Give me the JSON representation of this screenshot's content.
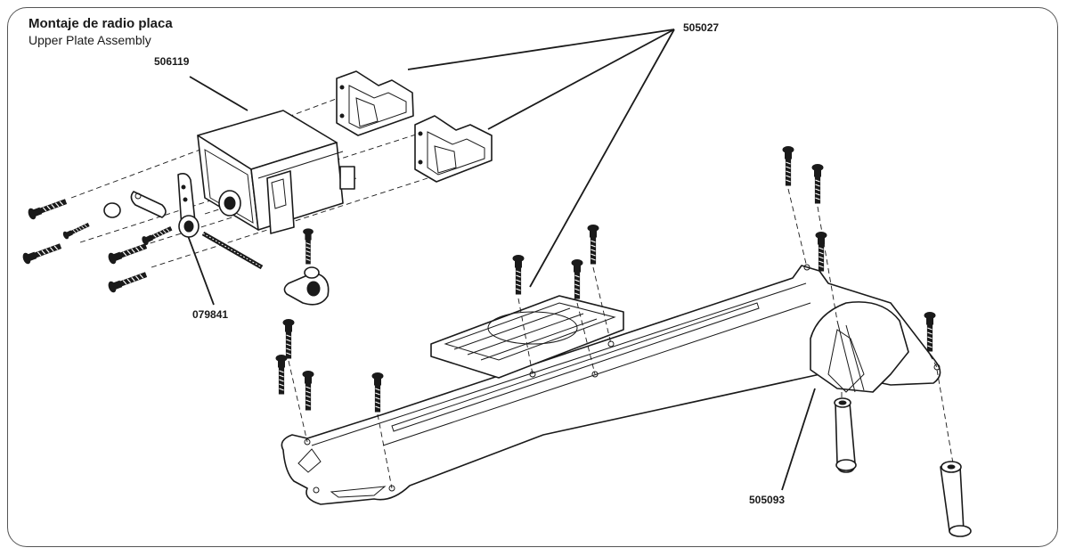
{
  "header": {
    "title": "Montaje de radio placa",
    "subtitle": "Upper Plate Assembly"
  },
  "part_numbers": {
    "servo": "506119",
    "servo_mounts": "505027",
    "servo_linkage": "079841",
    "posts": "505093"
  }
}
